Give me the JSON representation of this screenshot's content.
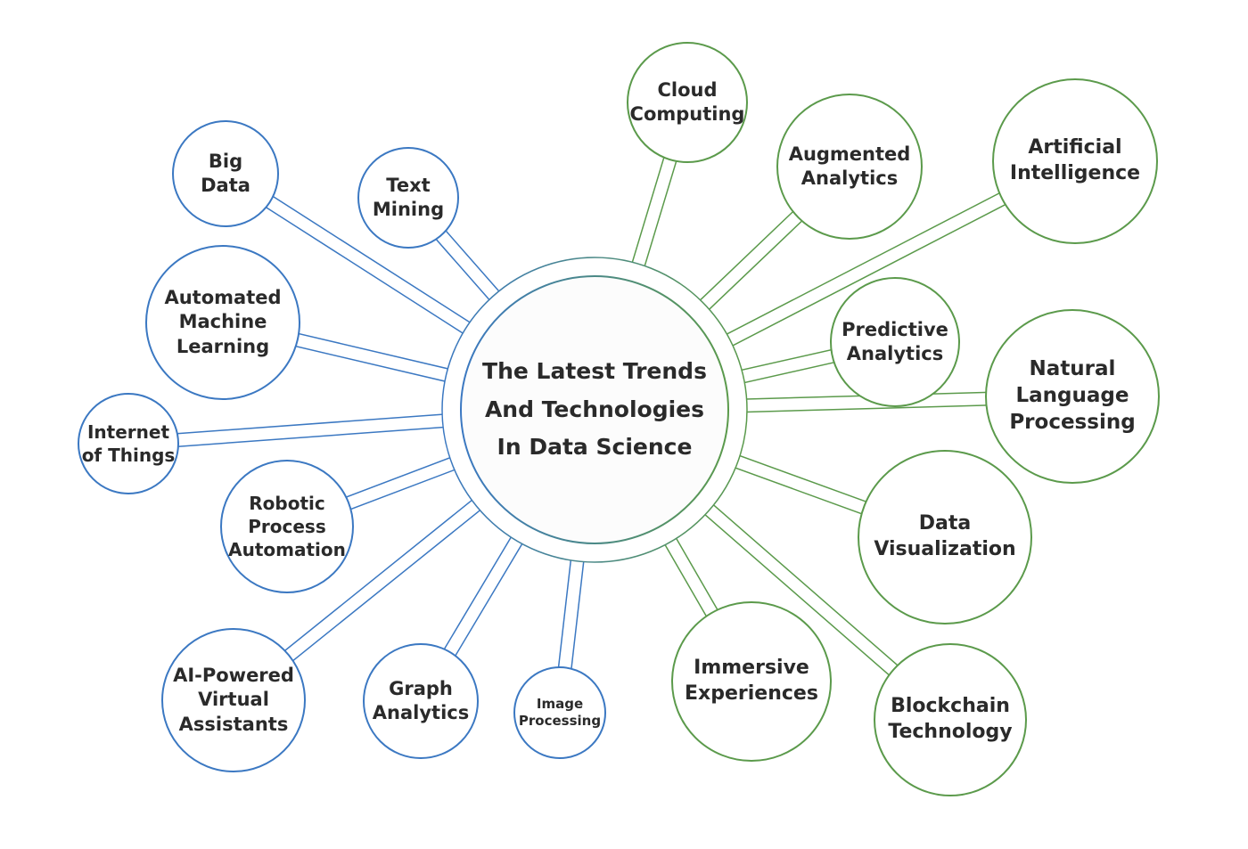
{
  "center": {
    "title": "The Latest Trends\nAnd Technologies\nIn Data Science"
  },
  "colors": {
    "blue": "#3b78c2",
    "green": "#5b9a4b",
    "text": "#2a2a2a"
  },
  "topics": [
    {
      "label": "Big\nData",
      "color": "blue"
    },
    {
      "label": "Text\nMining",
      "color": "blue"
    },
    {
      "label": "Automated\nMachine\nLearning",
      "color": "blue"
    },
    {
      "label": "Internet\nof Things",
      "color": "blue"
    },
    {
      "label": "Robotic\nProcess\nAutomation",
      "color": "blue"
    },
    {
      "label": "AI-Powered\nVirtual\nAssistants",
      "color": "blue"
    },
    {
      "label": "Graph\nAnalytics",
      "color": "blue"
    },
    {
      "label": "Image\nProcessing",
      "color": "blue"
    },
    {
      "label": "Cloud\nComputing",
      "color": "green"
    },
    {
      "label": "Augmented\nAnalytics",
      "color": "green"
    },
    {
      "label": "Artificial\nIntelligence",
      "color": "green"
    },
    {
      "label": "Predictive\nAnalytics",
      "color": "green"
    },
    {
      "label": "Natural\nLanguage\nProcessing",
      "color": "green"
    },
    {
      "label": "Data\nVisualization",
      "color": "green"
    },
    {
      "label": "Immersive\nExperiences",
      "color": "green"
    },
    {
      "label": "Blockchain\nTechnology",
      "color": "green"
    }
  ]
}
